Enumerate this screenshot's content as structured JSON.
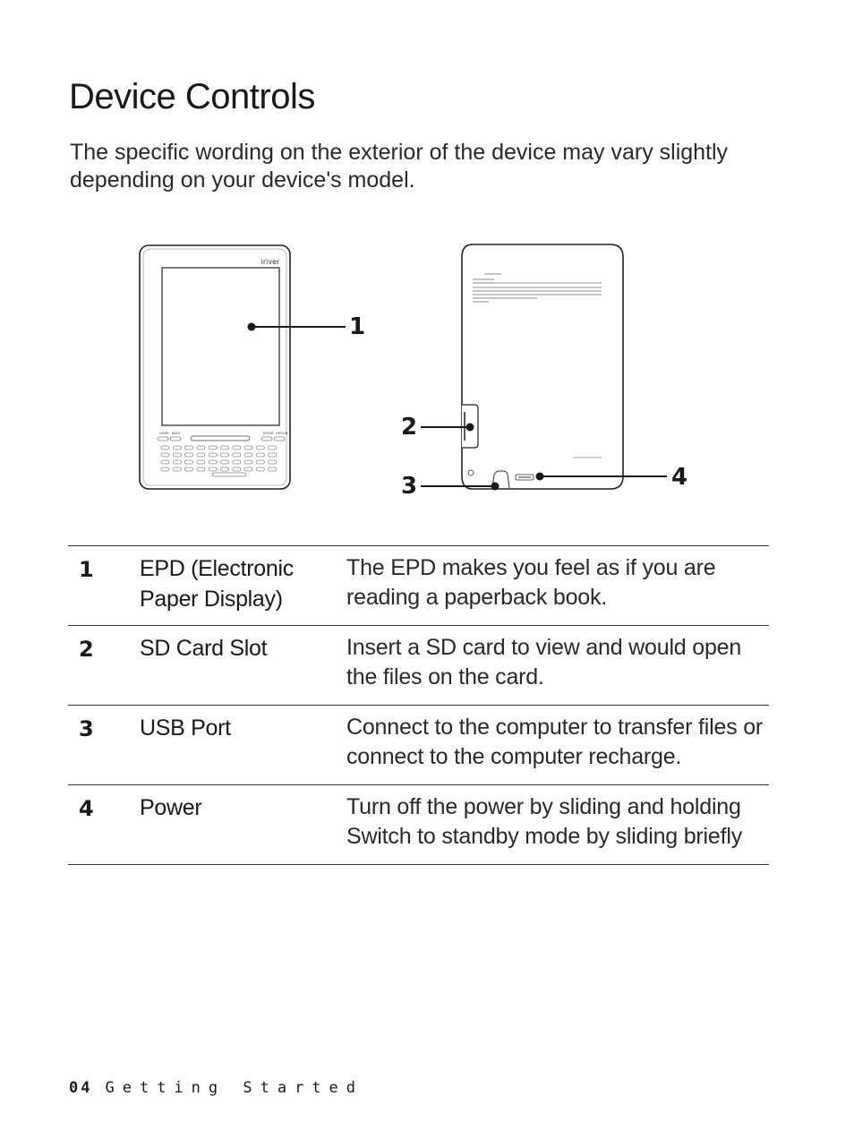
{
  "page": {
    "title": "Device Controls",
    "intro": "The specific wording on the exterior of the device may vary slightly depending on your device's model."
  },
  "figure": {
    "brand": "iriver",
    "callouts": [
      "1",
      "2",
      "3",
      "4"
    ],
    "front_key_labels": [
      "HOME",
      "BACK",
      "ENTER",
      "OPTION"
    ]
  },
  "controls": [
    {
      "num": "1",
      "name_lines": [
        "EPD (Electronic",
        "Paper Display)"
      ],
      "desc": "The EPD makes you feel as if you are reading a paperback book."
    },
    {
      "num": "2",
      "name_lines": [
        "SD Card Slot"
      ],
      "desc": "Insert a SD card to view and would open the files on the card."
    },
    {
      "num": "3",
      "name_lines": [
        "USB Port"
      ],
      "desc": "Connect to the computer to transfer files or connect to the computer recharge."
    },
    {
      "num": "4",
      "name_lines": [
        "Power"
      ],
      "desc": "Turn off the power by sliding and holding Switch to standby mode by sliding briefly"
    }
  ],
  "footer": {
    "page_number": "04",
    "section": "Getting Started"
  }
}
